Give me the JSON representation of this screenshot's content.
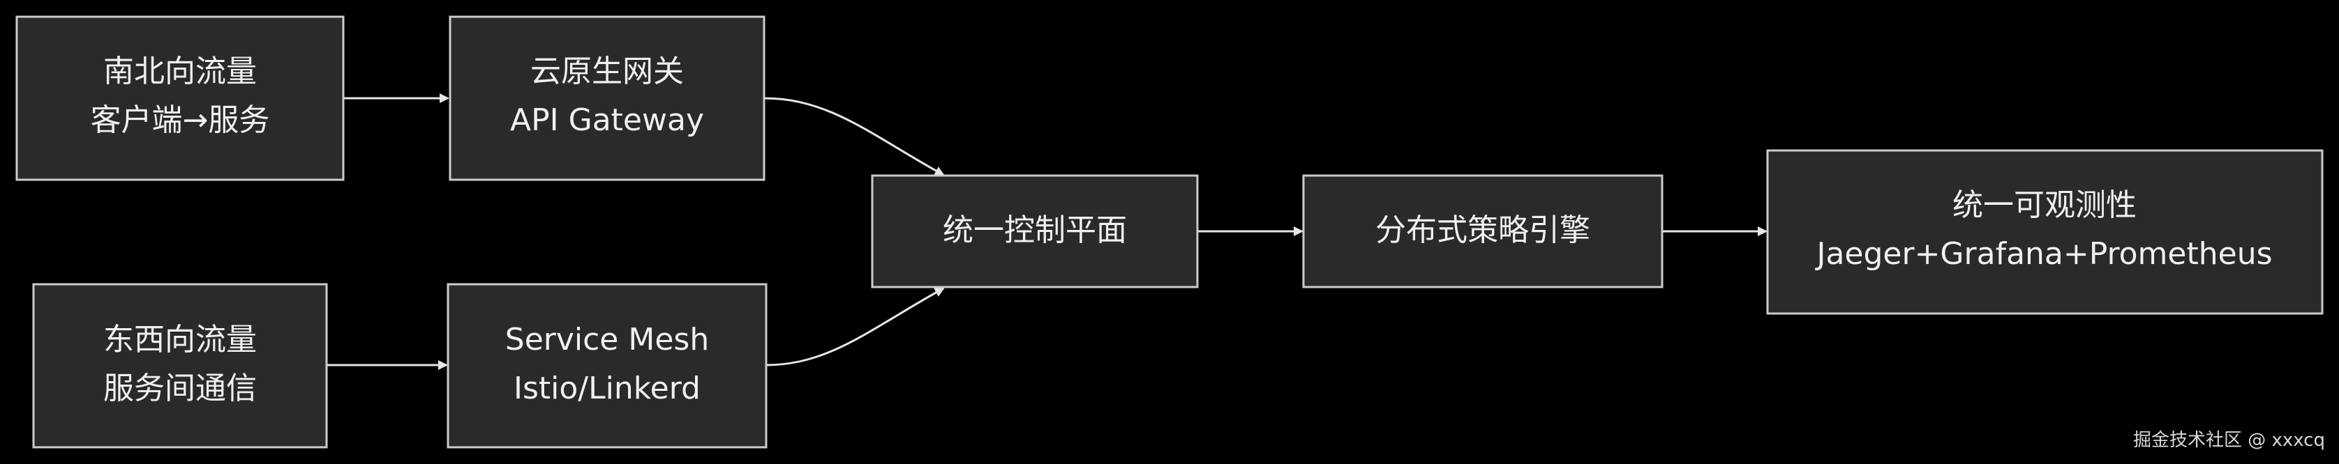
{
  "nodes": {
    "north_south": {
      "line1": "南北向流量",
      "line2": "客户端→服务"
    },
    "gateway": {
      "line1": "云原生网关",
      "line2": "API Gateway"
    },
    "east_west": {
      "line1": "东西向流量",
      "line2": "服务间通信"
    },
    "mesh": {
      "line1": "Service Mesh",
      "line2": "Istio/Linkerd"
    },
    "control": {
      "line1": "统一控制平面"
    },
    "policy": {
      "line1": "分布式策略引擎"
    },
    "observability": {
      "line1": "统一可观测性",
      "line2": "Jaeger+Grafana+Prometheus"
    }
  },
  "watermark": "掘金技术社区 @ xxxcq"
}
